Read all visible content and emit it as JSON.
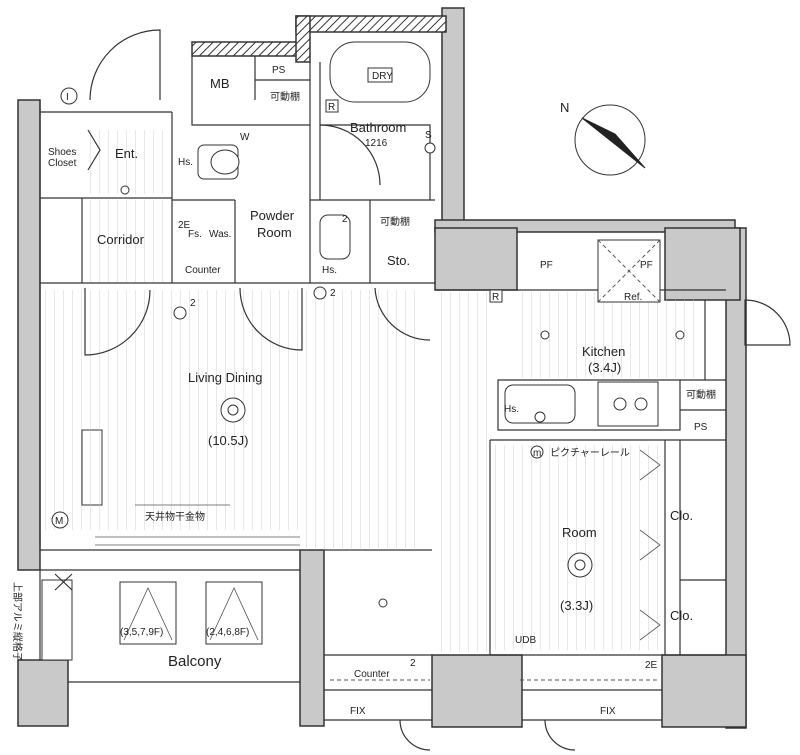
{
  "rooms": {
    "mb": "MB",
    "ps_top": "PS",
    "shelf_top": "可動棚",
    "bathroom": "Bathroom",
    "bathroom_size": "1216",
    "dry": "DRY",
    "r_bath": "R",
    "s_bath": "S",
    "w": "W",
    "shoes_closet_1": "Shoes",
    "shoes_closet_2": "Closet",
    "entrance": "Ent.",
    "corridor": "Corridor",
    "powder_room_1": "Powder",
    "powder_room_2": "Room",
    "hs_1": "Hs.",
    "fs": "Fs.",
    "was": "Was.",
    "counter_1": "Counter",
    "hs_2": "Hs.",
    "shelf_mid": "可動棚",
    "storage": "Sto.",
    "ref": "Ref.",
    "kitchen": "Kitchen",
    "kitchen_size": "(3.4J)",
    "r_kitchen": "R",
    "hs_3": "Hs.",
    "shelf_kitchen": "可動棚",
    "ps_kitchen": "PS",
    "picture_rail": "ピクチャーレール",
    "m_small": "m",
    "living_dining_1": "Living Dining",
    "living_dining_size": "(10.5J)",
    "ceiling_hanger": "天井物干金物",
    "m_big": "M",
    "room": "Room",
    "room_size": "(3.3J)",
    "clo_1": "Clo.",
    "clo_2": "Clo.",
    "balcony": "Balcony",
    "floors_1": "(3,5,7,9F)",
    "floors_2": "(2,4,6,8F)",
    "side_note": "上部アルミ縦格子",
    "counter_2": "Counter",
    "fix_1": "FIX",
    "fix_2": "FIX",
    "udb": "UDB",
    "pf_1": "PF",
    "pf_2": "PF",
    "two_e_1": "2E",
    "two_e_2": "2E",
    "sup2_1": "2",
    "sup2_2": "2",
    "sup2_3": "2",
    "sup2_4": "2",
    "i_mark": "I",
    "north": "N"
  },
  "colors": {
    "wall": "#c9c9c9",
    "line": "#333333",
    "floor_line": "#bbbbbb"
  }
}
